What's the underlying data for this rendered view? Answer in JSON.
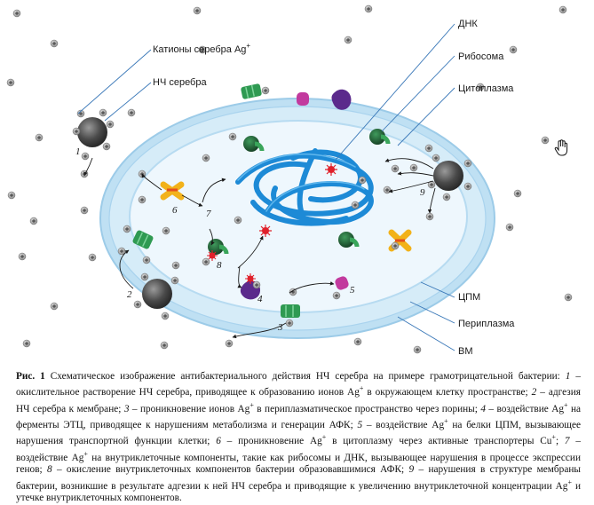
{
  "labels": {
    "cations": "Катионы серебра Ag",
    "cations_sup": "+",
    "np": "НЧ серебра",
    "dna": "ДНК",
    "ribosome": "Рибосома",
    "cytoplasm": "Цитоплазма",
    "cpm": "ЦПМ",
    "periplasm": "Периплазма",
    "vm": "ВМ"
  },
  "numbers": [
    "1",
    "2",
    "3",
    "4",
    "5",
    "6",
    "7",
    "8",
    "9"
  ],
  "caption": {
    "title": "Рис. 1",
    "segments": [
      {
        "t": " Схематическое изображение антибактериального действия НЧ серебра на примере грамотрицательной бактерии: "
      },
      {
        "t": "1",
        "i": true
      },
      {
        "t": " – окислительное растворение НЧ серебра, приводящее к образованию ионов Ag"
      },
      {
        "t": "+",
        "sup": true
      },
      {
        "t": " в окружающем клетку пространстве; "
      },
      {
        "t": "2",
        "i": true
      },
      {
        "t": " – адгезия НЧ серебра к мембране; "
      },
      {
        "t": "3",
        "i": true
      },
      {
        "t": " – проникновение ионов Ag"
      },
      {
        "t": "+",
        "sup": true
      },
      {
        "t": " в периплазматическое пространство через порины; "
      },
      {
        "t": "4",
        "i": true
      },
      {
        "t": " – воздействие Ag"
      },
      {
        "t": "+",
        "sup": true
      },
      {
        "t": " на ферменты ЭТЦ, приводящее к нарушениям метаболизма и генерации АФК; "
      },
      {
        "t": "5",
        "i": true
      },
      {
        "t": " – воздействие Ag"
      },
      {
        "t": "+",
        "sup": true
      },
      {
        "t": " на белки ЦПМ, вызывающее нарушения транспортной функции клетки; "
      },
      {
        "t": "6",
        "i": true
      },
      {
        "t": " – проникновение Ag"
      },
      {
        "t": "+",
        "sup": true
      },
      {
        "t": " в цитоплазму через активные транспортеры Cu"
      },
      {
        "t": "+",
        "sup": true
      },
      {
        "t": "; "
      },
      {
        "t": "7",
        "i": true
      },
      {
        "t": " – воздействие Ag"
      },
      {
        "t": "+",
        "sup": true
      },
      {
        "t": " на внутриклеточные компоненты, такие как рибосомы и ДНК, вызывающее нарушения в процессе экспрессии генов; "
      },
      {
        "t": "8",
        "i": true
      },
      {
        "t": " – окисление внутриклеточных компонентов бактерии образовавшимися АФК; "
      },
      {
        "t": "9",
        "i": true
      },
      {
        "t": " – нарушения в структуре мембраны бактерии, возникшие в результате адгезии к ней НЧ серебра и приводящие к увеличению внутриклеточной концентрации Ag"
      },
      {
        "t": "+",
        "sup": true
      },
      {
        "t": " и утечке внутриклеточных компонентов."
      }
    ]
  },
  "colors": {
    "outer_membrane": "#bfe0f3",
    "periplasm": "#d6ecf8",
    "cytoplasm": "#eef7fd",
    "dna": "#1d8ad6",
    "ribosome": "#1f6b3b",
    "ros": "#e0202a",
    "nanoparticle": "#4a4a4a",
    "leader": "#3a78b8"
  },
  "icons": [
    "silver-ion-icon",
    "nanoparticle-icon",
    "ribosome-icon",
    "porin-icon",
    "cu-transporter-icon",
    "etc-enzyme-icon",
    "membrane-protein-icon",
    "ros-icon",
    "hand-cursor-icon"
  ]
}
